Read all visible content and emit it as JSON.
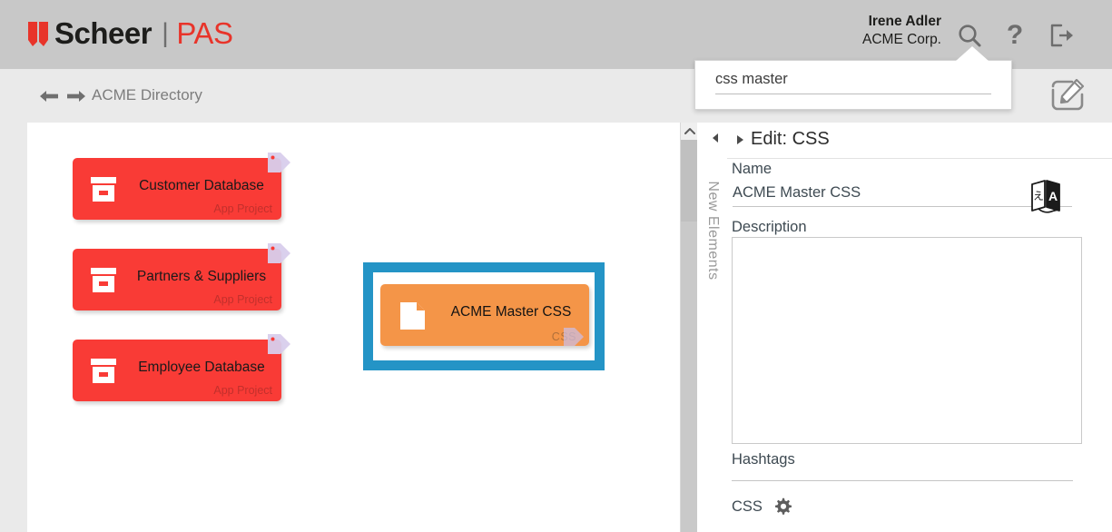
{
  "header": {
    "brand_primary": "Scheer",
    "brand_divider": "|",
    "brand_secondary": "PAS",
    "user_name": "Irene Adler",
    "user_org": "ACME Corp.",
    "help_glyph": "?",
    "icons": [
      "search-icon",
      "help-icon",
      "logout-icon"
    ],
    "bar_color": "#c8c8c8"
  },
  "search_popup": {
    "value": "css master",
    "placeholder": "Search"
  },
  "breadcrumb": {
    "back_icon": "arrow-left-icon",
    "forward_icon": "arrow-right-icon",
    "path": "ACME Directory",
    "edit_icon": "edit-page-icon",
    "bar_color": "#eaeaea"
  },
  "canvas": {
    "nodes": [
      {
        "title": "Customer Database",
        "subtitle": "App Project",
        "type": "app-project",
        "color": "#f93b36",
        "selected": false
      },
      {
        "title": "Partners & Suppliers",
        "subtitle": "App Project",
        "type": "app-project",
        "color": "#f93b36",
        "selected": false
      },
      {
        "title": "Employee Database",
        "subtitle": "App Project",
        "type": "app-project",
        "color": "#f93b36",
        "selected": false
      }
    ],
    "selected_node": {
      "title": "ACME Master CSS",
      "subtitle": "CSS",
      "type": "css-document",
      "color": "#f49548",
      "selection_color": "#2494c6",
      "selected": true
    }
  },
  "right_rail": {
    "label": "New Elements"
  },
  "panel": {
    "title": "Edit: CSS",
    "collapse_icon": "chevron-left-icon",
    "expand_icon": "triangle-right-icon",
    "fields": {
      "name_label": "Name",
      "name_value": "ACME Master CSS",
      "description_label": "Description",
      "description_value": "",
      "hashtags_label": "Hashtags",
      "hashtags_value": "",
      "css_label": "CSS",
      "css_settings_icon": "gear-icon",
      "translate_icon": "translate-icon"
    }
  },
  "scrollbar": {
    "up_icon": "chevron-up-icon"
  }
}
